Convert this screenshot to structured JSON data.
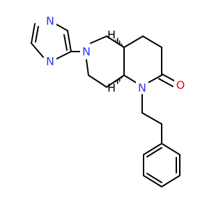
{
  "molecule": {
    "atoms": [
      {
        "label": "N",
        "color": "#3333ff"
      },
      {
        "label": "N",
        "color": "#3333ff"
      },
      {
        "label": "N",
        "color": "#3333ff"
      },
      {
        "label": "N",
        "color": "#3333ff"
      },
      {
        "label": "O",
        "color": "#ff0000"
      },
      {
        "label": "H",
        "color": "#000000"
      },
      {
        "label": "H",
        "color": "#000000"
      }
    ],
    "bond_color": "#000000"
  }
}
